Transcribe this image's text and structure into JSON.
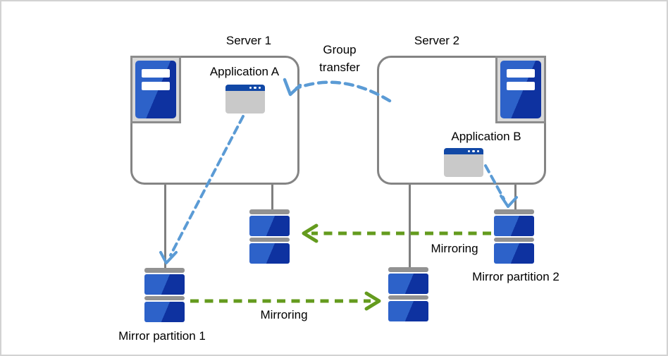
{
  "labels": {
    "server1": "Server 1",
    "server2": "Server 2",
    "application_a": "Application A",
    "application_b": "Application B",
    "group_transfer": "Group transfer",
    "group_transfer_lines": [
      "Group",
      "transfer"
    ],
    "mirroring_top": "Mirroring",
    "mirroring_bottom": "Mirroring",
    "mirror_partition_1": "Mirror partition 1",
    "mirror_partition_2": "Mirror partition 2"
  },
  "colors": {
    "box_border": "#848484",
    "connector_gray": "#7f7f7f",
    "icon_frame_fill": "#d9d9d9",
    "disk_blue_light": "#2d62c9",
    "disk_blue_dark": "#0e32a0",
    "disk_gray_bar": "#929292",
    "window_body": "#c9c9c9",
    "window_titlebar": "#1148a6",
    "arrow_blue": "#5b9bd5",
    "arrow_green": "#649b1e",
    "text": "#000000"
  },
  "icons": {
    "server": "server-tower-icon",
    "application": "app-window-icon",
    "disk": "disk-stack-icon"
  },
  "connections": [
    {
      "id": "group-transfer",
      "style": "dashed-curve",
      "color": "#5b9bd5",
      "from": "server2",
      "to": "server1",
      "label": "Group transfer"
    },
    {
      "id": "app-a-to-mirror-partition-1",
      "style": "dashed",
      "color": "#5b9bd5",
      "from": "application_a",
      "to": "mirror_partition_1",
      "label": ""
    },
    {
      "id": "app-b-to-mirror-partition-2",
      "style": "dashed",
      "color": "#5b9bd5",
      "from": "application_b",
      "to": "mirror_partition_2",
      "label": ""
    },
    {
      "id": "mirroring-top",
      "style": "dashed",
      "color": "#649b1e",
      "from": "mirror_partition_2",
      "to": "server1_disk",
      "label": "Mirroring"
    },
    {
      "id": "mirroring-bottom",
      "style": "dashed",
      "color": "#649b1e",
      "from": "mirror_partition_1",
      "to": "server2_disk",
      "label": "Mirroring"
    }
  ]
}
